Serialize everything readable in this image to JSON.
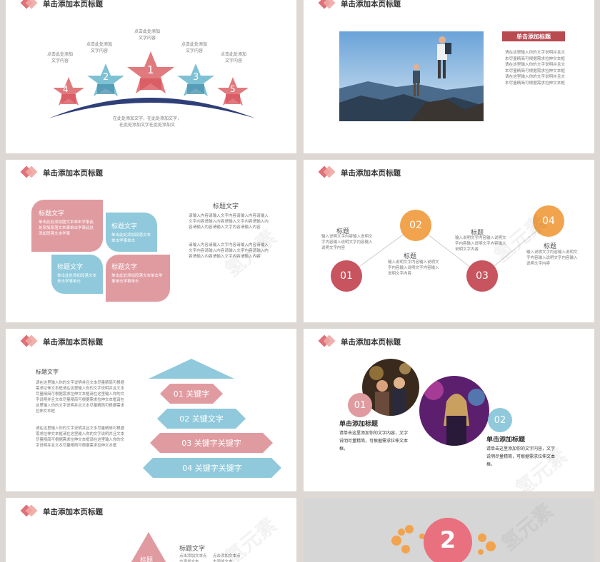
{
  "header_title": "单击添加本页标题",
  "slide1": {
    "stars": [
      {
        "num": "4",
        "caption": "点击此处添加\n文字内容",
        "color": "#e07a7e"
      },
      {
        "num": "2",
        "caption": "点击此处添加\n文字内容",
        "color": "#7fc1d4"
      },
      {
        "num": "1",
        "caption": "点击此处添加\n文字内容",
        "color": "#e07a7e"
      },
      {
        "num": "3",
        "caption": "点击此处添加\n文字内容",
        "color": "#7fc1d4"
      },
      {
        "num": "5",
        "caption": "点击此处添加\n文字内容",
        "color": "#e07a7e"
      }
    ],
    "bottom_text": "在此处添加文字，在此处添加文字，\n在此处添加文字在此处添加文"
  },
  "slide2": {
    "tag": "单击添加标题",
    "body": "请在这里输入你的文字说明并且文本尽量精简可根据需求拉伸文本框请在这里输入你的文字说明并且文本尽量精简可根据需求拉伸文本框请在这里输入你的文字说明并且文本尽量精简可根据需求拉伸文本框"
  },
  "slide3": {
    "blocks": [
      {
        "title": "标题文字",
        "text": "单击此处添加图文本单击学事此处添加段落文本事单击学事此处添加段落文本学事"
      },
      {
        "title": "标题文字",
        "text": "单击此处添加段落文本单击学事单击"
      },
      {
        "title": "标题文字",
        "text": "单击此处添加段落文本单击学事单击"
      },
      {
        "title": "标题文字",
        "text": "单击此处添加段落文本单击学事单击学事单击"
      }
    ],
    "right_title": "标题文字",
    "right_p1": "请输入内容请输入文字内容请输入内容请输入文字内容请输入内容请输入文字内容请输入内容请输入内容请输入文字内容请输入内容",
    "right_p2": "请输入内容请输入文字内容请输入内容请输入文字内容请输入内容请输入文字内容请输入内容请输入内容请输入文字内容请输入内容"
  },
  "slide4": {
    "nodes": [
      {
        "num": "01",
        "color": "#c7545e"
      },
      {
        "num": "02",
        "color": "#f2a34d"
      },
      {
        "num": "03",
        "color": "#c7545e"
      },
      {
        "num": "04",
        "color": "#f2a34d"
      }
    ],
    "labels": [
      {
        "title": "标题",
        "text": "输入说明文字内容输入说明文字内容输入说明文字内容输入说明文字内容"
      },
      {
        "title": "标题",
        "text": "输入说明文字内容输入说明文字内容输入说明文字内容输入说明文字内容"
      },
      {
        "title": "标题",
        "text": "输入说明文字内容输入说明文字内容输入说明文字内容输入说明文字内容"
      },
      {
        "title": "标题",
        "text": "输入说明文字内容输入说明文字内容输入说明文字内容输入说明文字内容"
      }
    ]
  },
  "slide5": {
    "left_title": "标题文字",
    "left_text": "请在这里输入你的文字说明并且文本尽量精简可根据需求拉伸文本框请在这里输入你的文字说明并且文本尽量精简可根据需求拉伸文本框请在这里输入你的文字说明并且文本尽量精简可根据需求拉伸文本框请在这里输入你的文字说明并且文本尽量精简可根据需求拉伸文本框",
    "left_text2": "请在这里输入你的文字说明并且文本尽量精简可根据需求拉伸文本框请在这里输入你的文字说明并且文本尽量精简可根据需求拉伸文本框请在这里输入你的文字说明并且文本尽量精简可根据需求拉伸文本框",
    "levels": [
      "01 关键字",
      "02 关键文字",
      "03 关键字关键字",
      "04 关键字关键字"
    ]
  },
  "slide6": {
    "badge1": "01",
    "badge2": "02",
    "title1": "单击添加标题",
    "text1": "请单击这里添加你的文字内容，文字说明尽量精简，可根据需求拉伸文本框。",
    "title2": "单击添加标题",
    "text2": "请单击这里添加你的文字内容，文字说明尽量精简，可根据需求拉伸文本框。"
  },
  "slide7": {
    "tri_label": "标题",
    "title": "标题文字",
    "col1": "点击添加文本点击添加文本",
    "col2": "点击添加文本点击添加文本"
  },
  "slide8": {
    "number": "2"
  },
  "watermark": "氢元素"
}
